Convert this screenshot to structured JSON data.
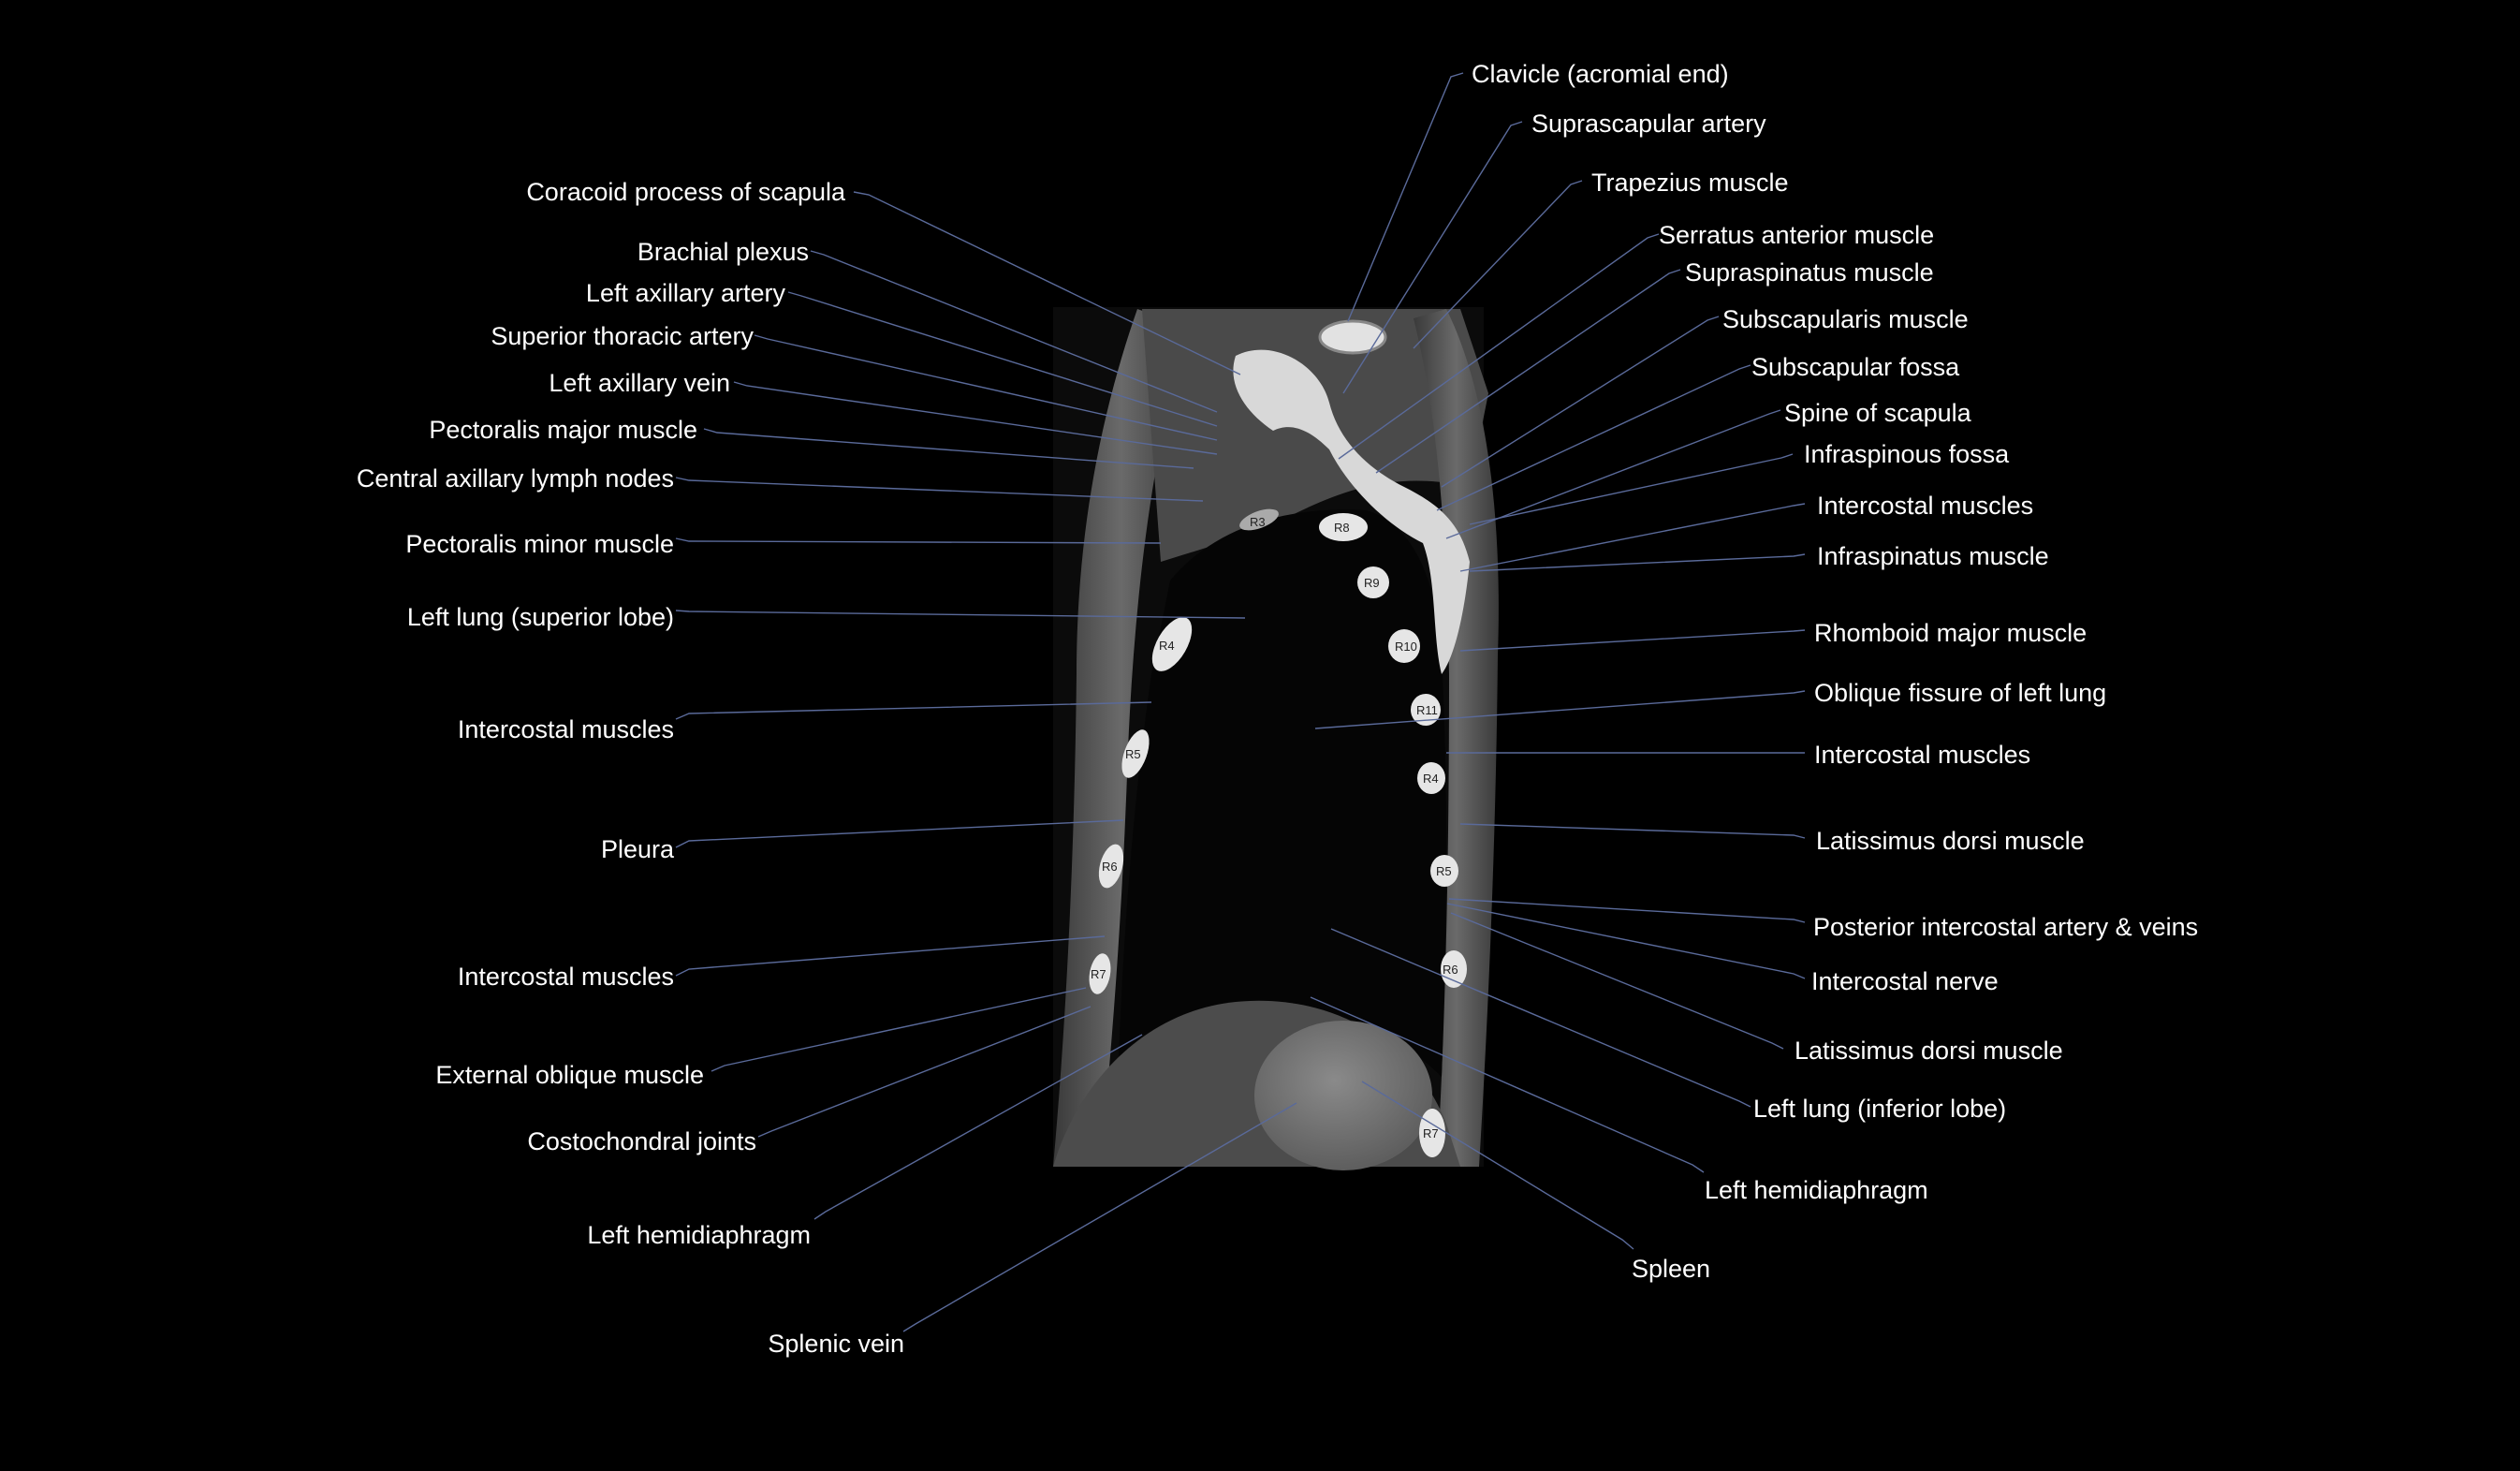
{
  "colors": {
    "background": "#000000",
    "label_text": "#ffffff",
    "leader_line": "#5a6a9a"
  },
  "labels_left": [
    "Coracoid process of scapula",
    "Brachial plexus",
    "Left axillary artery",
    "Superior thoracic artery",
    "Left axillary vein",
    "Pectoralis major muscle",
    "Central axillary lymph nodes",
    "Pectoralis minor muscle",
    "Left lung (superior lobe)",
    "Intercostal muscles",
    "Pleura",
    "Intercostal muscles",
    "External oblique muscle",
    "Costochondral joints",
    "Left hemidiaphragm",
    "Splenic vein"
  ],
  "labels_right": [
    "Clavicle (acromial end)",
    "Suprascapular artery",
    "Trapezius muscle",
    "Serratus anterior muscle",
    "Supraspinatus muscle",
    "Subscapularis muscle",
    "Subscapular fossa",
    "Spine of scapula",
    "Infraspinous fossa",
    "Intercostal muscles",
    "Infraspinatus muscle",
    "Rhomboid major muscle",
    "Oblique fissure of left lung",
    "Intercostal muscles",
    "Latissimus dorsi muscle",
    "Posterior intercostal artery & veins",
    "Intercostal nerve",
    "Latissimus dorsi muscle",
    "Left lung (inferior lobe)",
    "Left hemidiaphragm",
    "Spleen"
  ],
  "rib_labels": [
    "R3",
    "R4",
    "R5",
    "R6",
    "R7",
    "R8",
    "R9",
    "R10",
    "R11",
    "R4",
    "R5",
    "R6",
    "R7"
  ]
}
